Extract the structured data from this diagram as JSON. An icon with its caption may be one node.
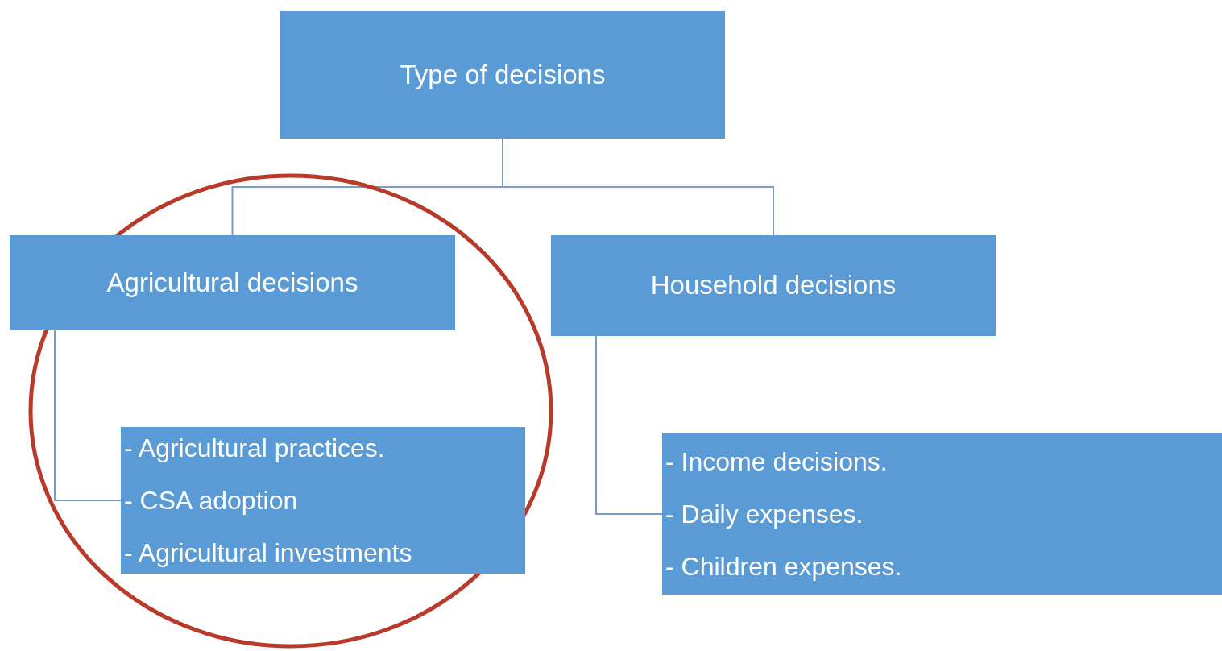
{
  "diagram": {
    "nodes": [
      {
        "text": [
          "Type of decisions"
        ]
      },
      {
        "text": [],
        "shape": "circle"
      },
      {
        "text": [
          "Agricultural decisions"
        ],
        "in": 1
      },
      {
        "text": [
          "Household decisions"
        ]
      },
      {
        "text": [
          "- Agricultural practices.",
          "- CSA adoption",
          "- Agricultural investments"
        ],
        "in": 1
      },
      {
        "text": [
          "- Income decisions.",
          "- Daily expenses.",
          "- Children expenses."
        ]
      }
    ],
    "edges": [
      {
        "from": 0,
        "to": 2,
        "arrow": "none"
      },
      {
        "from": 0,
        "to": 3,
        "arrow": "none"
      },
      {
        "from": 2,
        "to": 4,
        "arrow": "none"
      },
      {
        "from": 3,
        "to": 5,
        "arrow": "none"
      }
    ]
  }
}
